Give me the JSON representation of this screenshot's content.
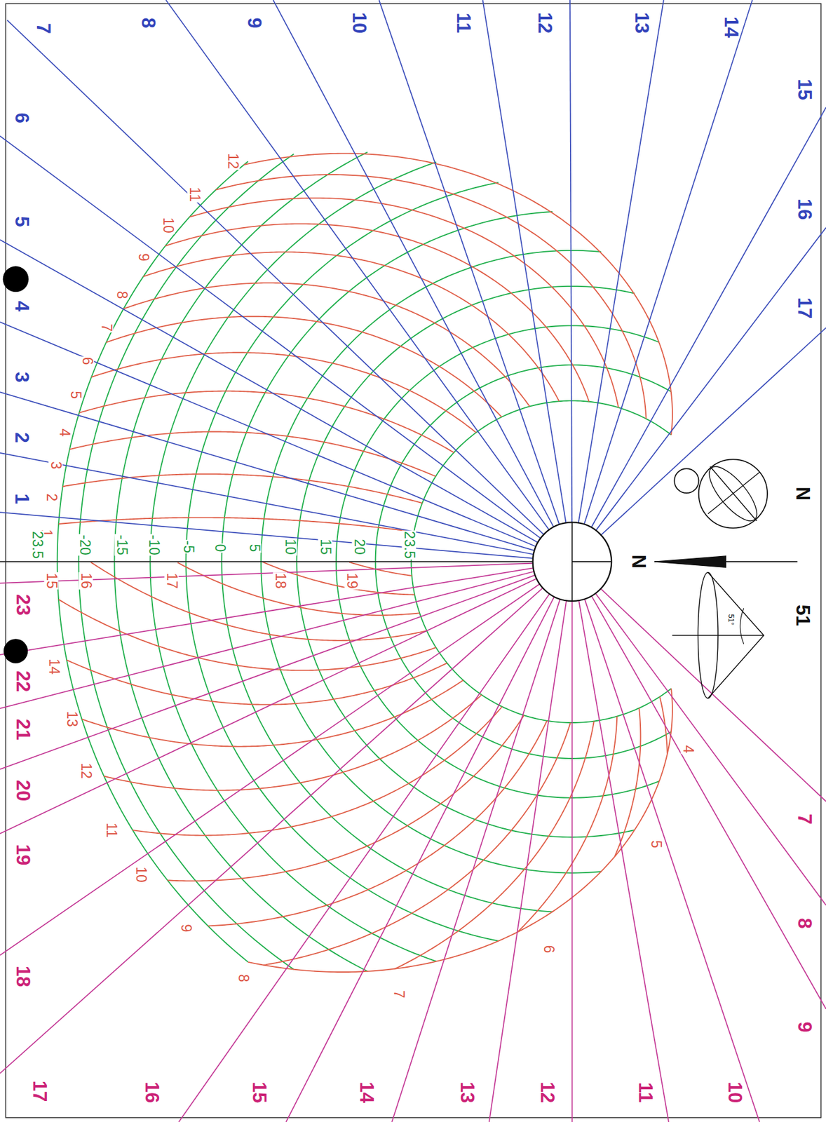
{
  "diagram": {
    "labels": [
      "7",
      "8",
      "9",
      "10",
      "11",
      "12",
      "13",
      "14",
      "15",
      "16",
      "17",
      "6",
      "5",
      "4",
      "3",
      "2",
      "1",
      "23",
      "22",
      "21",
      "20",
      "19",
      "18",
      "17",
      "16",
      "15",
      "14",
      "13",
      "12",
      "11",
      "10",
      "9",
      "8",
      "7",
      "1",
      "2",
      "3",
      "4",
      "5",
      "6",
      "7",
      "8",
      "9",
      "10",
      "11",
      "12",
      "23.5",
      "-20",
      "-15",
      "-10",
      "-5",
      "0",
      "5",
      "10",
      "15",
      "20",
      "23.5",
      "15",
      "16",
      "17",
      "18",
      "19",
      "14",
      "13",
      "12",
      "11",
      "10",
      "9",
      "8",
      "7",
      "6",
      "5",
      "4",
      "N",
      "N",
      "51",
      "51°"
    ]
  }
}
